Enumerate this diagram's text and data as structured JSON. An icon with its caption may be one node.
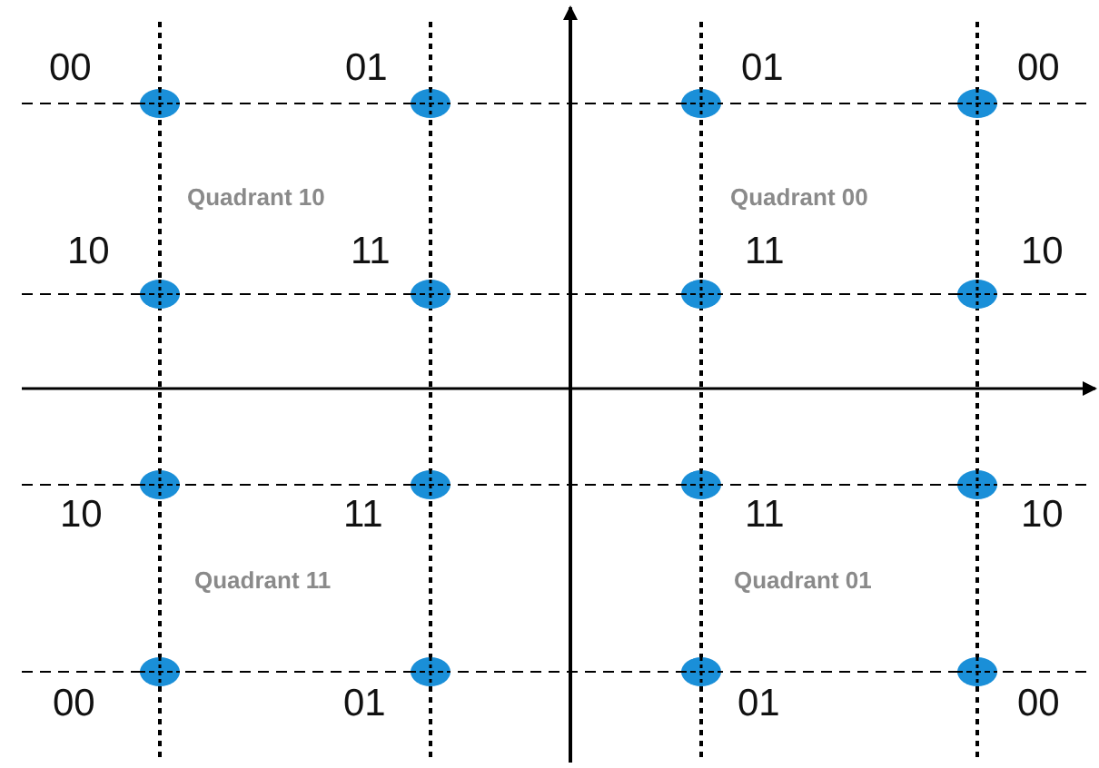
{
  "diagram": {
    "labels": [
      "00",
      "01",
      "01",
      "00",
      "Quadrant 10",
      "Quadrant 00",
      "10",
      "11",
      "11",
      "10",
      "10",
      "11",
      "11",
      "10",
      "Quadrant 11",
      "Quadrant 01",
      "00",
      "01",
      "01",
      "00"
    ]
  }
}
